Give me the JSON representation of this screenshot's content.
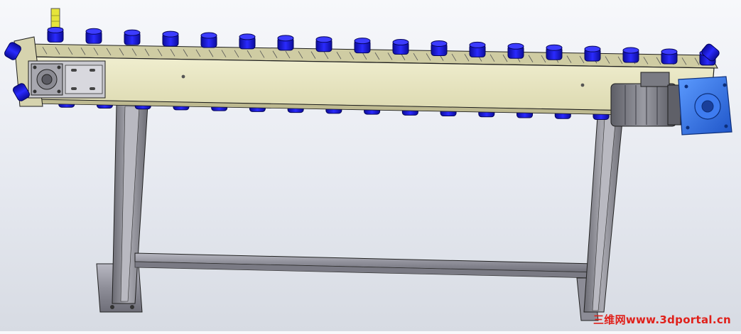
{
  "scene": {
    "subject": "chain conveyor with blue carrier pucks, support frame and gear motor",
    "colors": {
      "background_top": "#f7f8fb",
      "background_bottom": "#d7dbe3",
      "conveyor_body": "#e8e6c2",
      "rollers": "#1a1ad6",
      "frame_steel": "#8a8a92",
      "motor": "#6f7078",
      "gearbox": "#2d6fe0",
      "sensor": "#e6e43a",
      "outline": "#1e1e1e"
    },
    "icons": [
      "conveyor-belt-model",
      "gear-motor",
      "gearbox",
      "support-leg",
      "cross-brace",
      "sensor-post"
    ]
  },
  "watermark": {
    "text": "三维网www.3dportal.cn",
    "color": "#e0201a"
  }
}
